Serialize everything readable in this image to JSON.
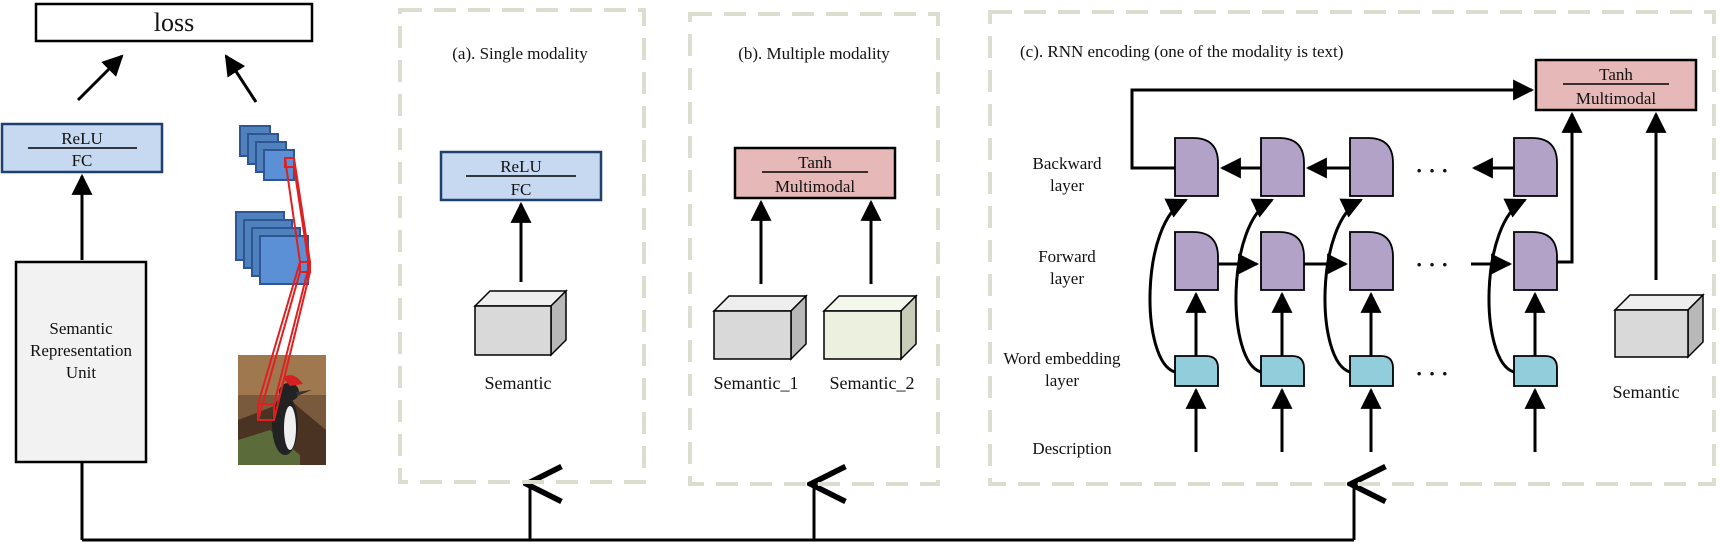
{
  "left": {
    "loss_label": "loss",
    "relu_label": "ReLU",
    "fc_label": "FC",
    "sru_lines": [
      "Semantic",
      "Representation",
      "Unit"
    ]
  },
  "panel_a": {
    "title": "(a). Single modality",
    "relu_label": "ReLU",
    "fc_label": "FC",
    "semantic_label": "Semantic"
  },
  "panel_b": {
    "title": "(b). Multiple modality",
    "tanh_label": "Tanh",
    "multimodal_label": "Multimodal",
    "semantic1_label": "Semantic_1",
    "semantic2_label": "Semantic_2"
  },
  "panel_c": {
    "title": "(c). RNN encoding (one of the modality is text)",
    "tanh_label": "Tanh",
    "multimodal_label": "Multimodal",
    "backward_lines": [
      "Backward",
      "layer"
    ],
    "forward_lines": [
      "Forward",
      "layer"
    ],
    "embedding_lines": [
      "Word embedding",
      "layer"
    ],
    "description_label": "Description",
    "semantic_label": "Semantic",
    "ellipsis": "· · ·"
  },
  "colors": {
    "fc_fill": "#c6d9f1",
    "fc_stroke": "#1f3f6e",
    "tanh_fill": "#e6b8b7",
    "rnn_fill": "#b3a2c7",
    "embed_fill": "#92cddc",
    "cube_gray": "#d9d9d9",
    "cube_cream": "#ebf1de",
    "sru_fill": "#f2f2f2",
    "cnn_blue": "#4f81bd",
    "cnn_dark": "#2f5597",
    "dashed": "#dcdccf",
    "red": "#e02020"
  }
}
